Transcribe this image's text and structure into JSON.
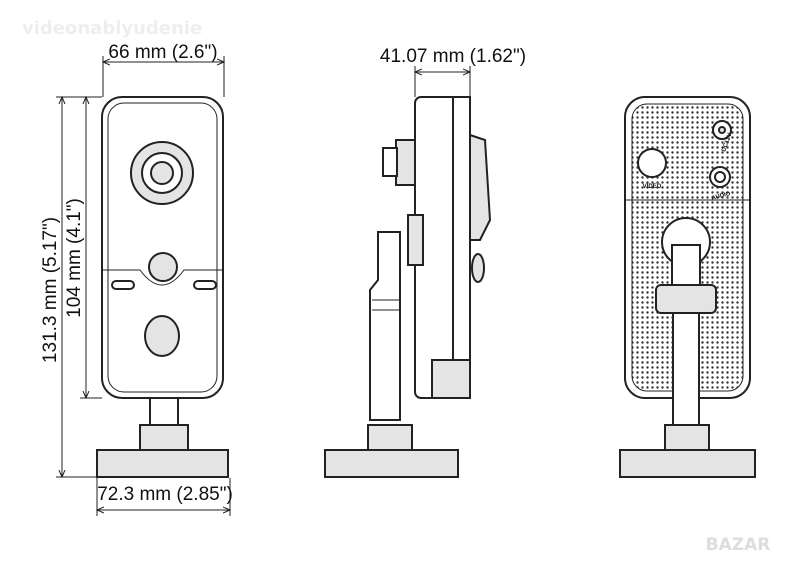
{
  "watermark": "videonablyudenie",
  "logo": "BAZAR",
  "dimensions": {
    "front_width": "66 mm (2.6\")",
    "base_width": "72.3 mm (2.85\")",
    "total_height": "131.3 mm (5.17\")",
    "body_height": "104 mm (4.1\")",
    "depth": "41.07 mm (1.62\")"
  },
  "back_labels": {
    "power": "DC12V",
    "video": "VIDEO",
    "audio": "AUDIO"
  }
}
